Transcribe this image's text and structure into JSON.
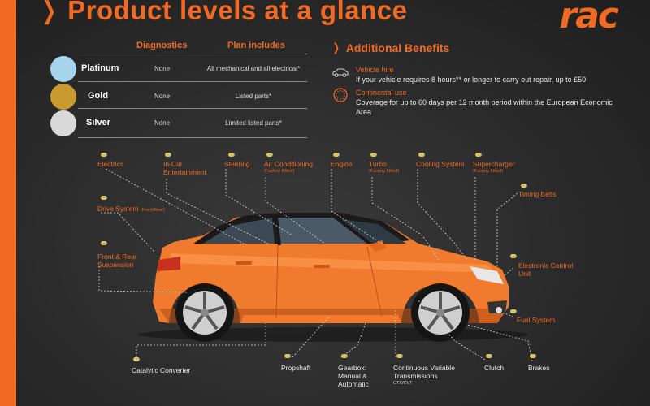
{
  "header": {
    "title": "Product levels at a glance",
    "logo_text": "rac"
  },
  "table": {
    "columns": [
      "Diagnostics",
      "Plan includes"
    ],
    "rows": [
      {
        "level": "Platinum",
        "diagnostics": "None",
        "plan": "All mechanical and all electrical*",
        "color": "#a6d4ec"
      },
      {
        "level": "Gold",
        "diagnostics": "None",
        "plan": "Listed parts*",
        "color": "#c99a2e"
      },
      {
        "level": "Silver",
        "diagnostics": "None",
        "plan": "Limited listed parts*",
        "color": "#d9d9d9"
      }
    ]
  },
  "benefits": {
    "title": "Additional Benefits",
    "items": [
      {
        "name": "Vehicle hire",
        "desc": "If your vehicle requires 8 hours** or longer to carry out repair, up to £50",
        "icon": "car-icon"
      },
      {
        "name": "Continental use",
        "desc": "Coverage for up to 60 days per 12 month period within the European Economic Area",
        "icon": "globe-icon"
      }
    ]
  },
  "labels": {
    "electrics": "Electrics",
    "in_car_1": "In-Car",
    "in_car_2": "Entertainment",
    "steering": "Steering",
    "air_con": "Air Conditioning",
    "air_con_sub": "(Factory Fitted)",
    "engine": "Engine",
    "turbo": "Turbo",
    "turbo_sub": "(Factory Fitted)",
    "cooling": "Cooling System",
    "supercharger": "Supercharger",
    "supercharger_sub": "(Factory Fitted)",
    "timing": "Timing Belts",
    "drive": "Drive System",
    "drive_sub": "(Front/Rear)",
    "suspension_1": "Front & Rear",
    "suspension_2": "Suspension",
    "ecu_1": "Electronic Control",
    "ecu_2": "Unit",
    "fuel": "Fuel System",
    "catalytic": "Catalytic Converter",
    "propshaft": "Propshaft",
    "gearbox_1": "Gearbox:",
    "gearbox_2": "Manual &",
    "gearbox_3": "Automatic",
    "cvt_1": "Continuous Variable",
    "cvt_2": "Transmissions",
    "cvt_sub": "CTX/CVT",
    "clutch": "Clutch",
    "brakes": "Brakes"
  },
  "colors": {
    "accent": "#f06a23",
    "background": "#2b2b2b",
    "car_body": "#f07a2e"
  }
}
